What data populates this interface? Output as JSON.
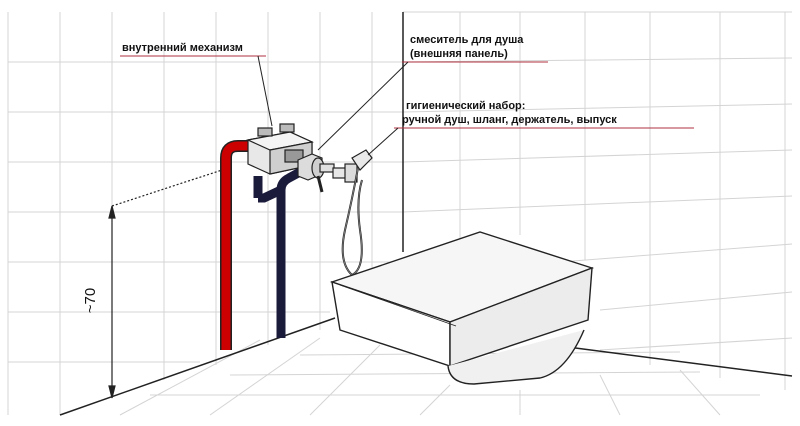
{
  "labels": {
    "internal_mechanism": "внутренний механизм",
    "shower_mixer_line1": "смеситель для душа",
    "shower_mixer_line2": "(внешняя панель)",
    "hygiene_set_line1": "гигиенический набор:",
    "hygiene_set_line2": "ручной душ, шланг, держатель, выпуск"
  },
  "dimension": {
    "height_label": "~70"
  },
  "colors": {
    "hot_pipe": "#cc0000",
    "cold_pipe": "#1a1a3a",
    "leader_line": "#b03040",
    "tile_line": "#d0d0d0",
    "outline": "#222222"
  }
}
